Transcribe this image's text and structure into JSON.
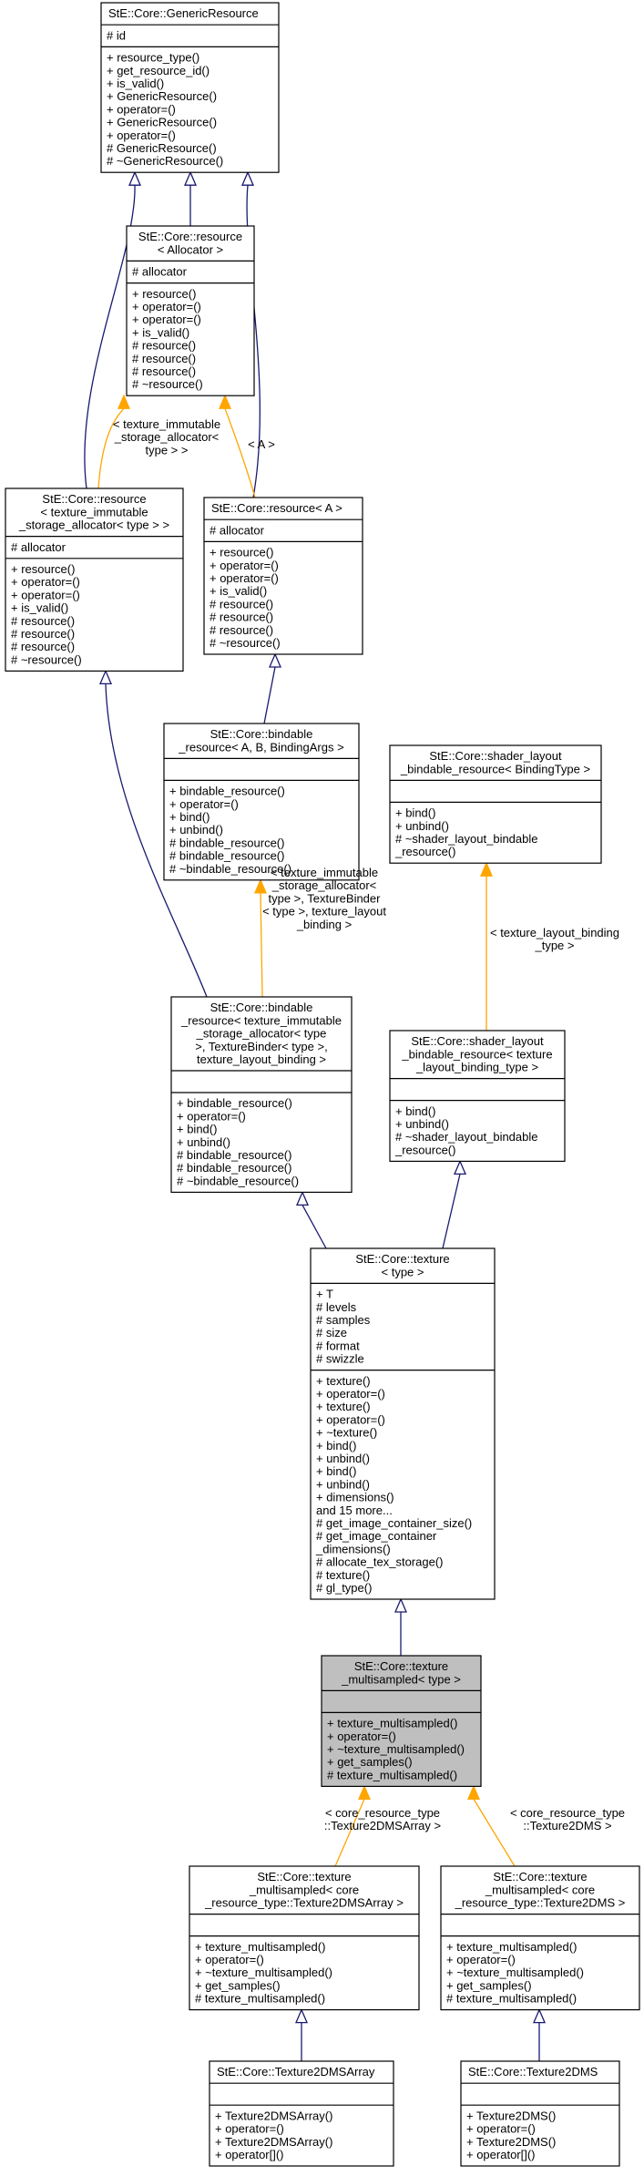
{
  "classes": [
    {
      "id": "generic",
      "title": [
        "StE::Core::GenericResource"
      ],
      "attributes": [
        "# id"
      ],
      "methods": [
        "+ resource_type()",
        "+ get_resource_id()",
        "+ is_valid()",
        "+ GenericResource()",
        "+ operator=()",
        "+ GenericResource()",
        "+ operator=()",
        "# GenericResource()",
        "# ~GenericResource()"
      ]
    },
    {
      "id": "res_alloc",
      "title": [
        "StE::Core::resource",
        "< Allocator >"
      ],
      "attributes": [
        "# allocator"
      ],
      "methods": [
        "+ resource()",
        "+ operator=()",
        "+ operator=()",
        "+ is_valid()",
        "# resource()",
        "# resource()",
        "# resource()",
        "# ~resource()"
      ]
    },
    {
      "id": "res_tex",
      "title": [
        "StE::Core::resource",
        "< texture_immutable",
        "_storage_allocator< type > >"
      ],
      "attributes": [
        "# allocator"
      ],
      "methods": [
        "+ resource()",
        "+ operator=()",
        "+ operator=()",
        "+ is_valid()",
        "# resource()",
        "# resource()",
        "# resource()",
        "# ~resource()"
      ]
    },
    {
      "id": "res_a",
      "title": [
        "StE::Core::resource< A >"
      ],
      "attributes": [
        "# allocator"
      ],
      "methods": [
        "+ resource()",
        "+ operator=()",
        "+ operator=()",
        "+ is_valid()",
        "# resource()",
        "# resource()",
        "# resource()",
        "# ~resource()"
      ]
    },
    {
      "id": "bind_a",
      "title": [
        "StE::Core::bindable",
        "_resource< A, B, BindingArgs >"
      ],
      "attributes": [],
      "methods": [
        "+ bindable_resource()",
        "+ operator=()",
        "+ bind()",
        "+ unbind()",
        "# bindable_resource()",
        "# bindable_resource()",
        "# ~bindable_resource()"
      ]
    },
    {
      "id": "shader_bt",
      "title": [
        "StE::Core::shader_layout",
        "_bindable_resource< BindingType >"
      ],
      "attributes": [],
      "methods": [
        "+ bind()",
        "+ unbind()",
        "# ~shader_layout_bindable",
        "_resource()"
      ]
    },
    {
      "id": "bind_tex",
      "title": [
        "StE::Core::bindable",
        "_resource< texture_immutable",
        "_storage_allocator< type",
        ">, TextureBinder< type >,",
        "texture_layout_binding >"
      ],
      "attributes": [],
      "methods": [
        "+ bindable_resource()",
        "+ operator=()",
        "+ bind()",
        "+ unbind()",
        "# bindable_resource()",
        "# bindable_resource()",
        "# ~bindable_resource()"
      ]
    },
    {
      "id": "shader_tex",
      "title": [
        "StE::Core::shader_layout",
        "_bindable_resource< texture",
        "_layout_binding_type >"
      ],
      "attributes": [],
      "methods": [
        "+ bind()",
        "+ unbind()",
        "# ~shader_layout_bindable",
        "_resource()"
      ]
    },
    {
      "id": "texture",
      "title": [
        "StE::Core::texture",
        "< type >"
      ],
      "attributes": [
        "+ T",
        "# levels",
        "# samples",
        "# size",
        "# format",
        "# swizzle"
      ],
      "methods": [
        "+ texture()",
        "+ operator=()",
        "+ texture()",
        "+ operator=()",
        "+ ~texture()",
        "+ bind()",
        "+ unbind()",
        "+ bind()",
        "+ unbind()",
        "+ dimensions()",
        "and 15 more...",
        "# get_image_container_size()",
        "# get_image_container",
        "_dimensions()",
        "# allocate_tex_storage()",
        "# texture()",
        "# gl_type()"
      ]
    },
    {
      "id": "tex_ms",
      "title": [
        "StE::Core::texture",
        "_multisampled< type >"
      ],
      "attributes": [],
      "methods": [
        "+ texture_multisampled()",
        "+ operator=()",
        "+ ~texture_multisampled()",
        "+ get_samples()",
        "# texture_multisampled()"
      ]
    },
    {
      "id": "tex_ms_array",
      "title": [
        "StE::Core::texture",
        "_multisampled< core",
        "_resource_type::Texture2DMSArray >"
      ],
      "attributes": [],
      "methods": [
        "+ texture_multisampled()",
        "+ operator=()",
        "+ ~texture_multisampled()",
        "+ get_samples()",
        "# texture_multisampled()"
      ]
    },
    {
      "id": "tex_ms_2d",
      "title": [
        "StE::Core::texture",
        "_multisampled< core",
        "_resource_type::Texture2DMS >"
      ],
      "attributes": [],
      "methods": [
        "+ texture_multisampled()",
        "+ operator=()",
        "+ ~texture_multisampled()",
        "+ get_samples()",
        "# texture_multisampled()"
      ]
    },
    {
      "id": "t2dms_array",
      "title": [
        "StE::Core::Texture2DMSArray"
      ],
      "attributes": [],
      "methods": [
        "+ Texture2DMSArray()",
        "+ operator=()",
        "+ Texture2DMSArray()",
        "+ operator[]()"
      ]
    },
    {
      "id": "t2dms",
      "title": [
        "StE::Core::Texture2DMS"
      ],
      "attributes": [],
      "methods": [
        "+ Texture2DMS()",
        "+ operator=()",
        "+ Texture2DMS()",
        "+ operator[]()"
      ]
    }
  ],
  "edge_labels": [
    {
      "id": "lbl_res_tex",
      "lines": [
        "< texture_immutable",
        "_storage_allocator<",
        "type > >"
      ]
    },
    {
      "id": "lbl_res_a",
      "lines": [
        "< A >"
      ]
    },
    {
      "id": "lbl_bind_tex",
      "lines": [
        "< texture_immutable",
        "_storage_allocator<",
        "type >, TextureBinder",
        "< type >, texture_layout",
        "_binding >"
      ]
    },
    {
      "id": "lbl_shader_tex",
      "lines": [
        "< texture_layout_binding",
        "_type >"
      ]
    },
    {
      "id": "lbl_ms_array",
      "lines": [
        "< core_resource_type",
        "::Texture2DMSArray >"
      ]
    },
    {
      "id": "lbl_ms_2d",
      "lines": [
        "< core_resource_type",
        "::Texture2DMS >"
      ]
    }
  ],
  "highlighted_class": "tex_ms",
  "colors": {
    "inheritance": "#191970",
    "template": "#ffa500",
    "highlight_fill": "#bfbfbf"
  }
}
